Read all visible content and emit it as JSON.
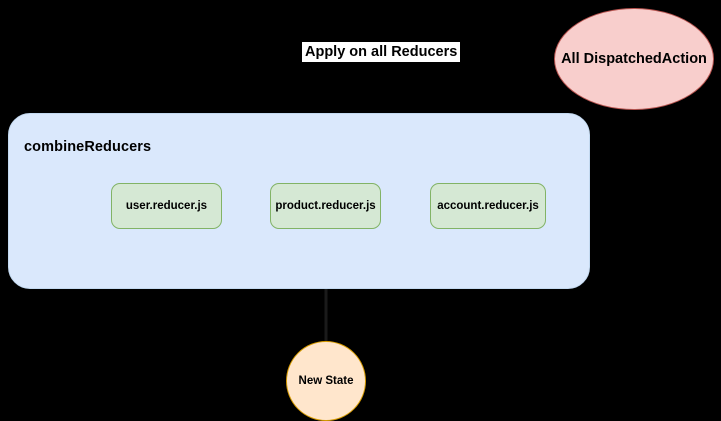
{
  "diagram": {
    "title_label": "Apply on all Reducers",
    "container": {
      "label": "combineReducers",
      "fill_color": "#dae8fc",
      "border_color": "#c3d9f0"
    },
    "reducers": [
      {
        "label": "user.reducer.js"
      },
      {
        "label": "product.reducer.js"
      },
      {
        "label": "account.reducer.js"
      }
    ],
    "reducer_style": {
      "fill_color": "#d5e8d4",
      "border_color": "#82b366"
    },
    "action_node": {
      "label": "All Dispatched Action",
      "line1": "All Dispatched",
      "line2": "Action",
      "fill_color": "#f8cecc",
      "border_color": "#b85450"
    },
    "state_node": {
      "label": "New State",
      "fill_color": "#ffe6cc",
      "border_color": "#d79b00"
    },
    "connector_color": "#1a1a1a",
    "background_color": "#000000"
  }
}
